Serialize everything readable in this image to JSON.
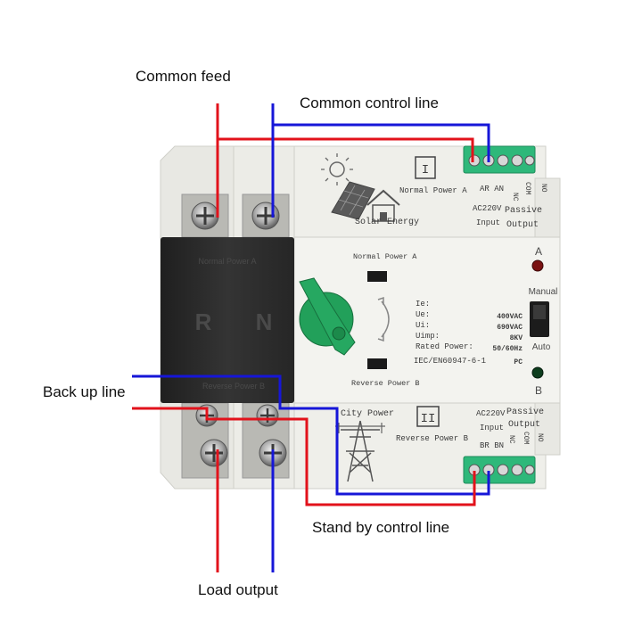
{
  "callouts": {
    "common_feed": "Common feed",
    "common_control_line": "Common control line",
    "back_up_line": "Back up line",
    "stand_by_control_line": "Stand by control line",
    "load_output": "Load output"
  },
  "device": {
    "section_a": {
      "roman": "I",
      "title": "Normal Power A",
      "caption": "Solar Energy",
      "terminals": "AR AN",
      "nc": "NC",
      "com": "COM",
      "no": "NO",
      "input_voltage": "AC220V",
      "input_label": "Input",
      "passive": "Passive",
      "output": "Output"
    },
    "section_b": {
      "roman": "II",
      "title": "City Power",
      "subtitle": "Reverse Power B",
      "terminals": "BR BN",
      "nc": "NC",
      "com": "COM",
      "no": "NO",
      "input_voltage": "AC220V",
      "input_label": "Input",
      "passive": "Passive",
      "output": "Output"
    },
    "cover": {
      "top_label": "Normal Power A",
      "bottom_label": "Reverse Power B",
      "letter_r": "R",
      "letter_n": "N"
    },
    "panel": {
      "top_label": "Normal Power A",
      "bottom_label": "Reverse Power B",
      "spec_labels": [
        "Ie:",
        "Ue:",
        "Ui:",
        "Uimp:",
        "Rated Power:"
      ],
      "spec_values": [
        "400VAC",
        "690VAC",
        "8KV",
        "50/60Hz",
        "PC"
      ],
      "standard": "IEC/EN60947-6-1",
      "indicator_a": "A",
      "indicator_b": "B",
      "manual": "Manual",
      "auto": "Auto"
    }
  },
  "colors": {
    "feed_wire": "#e2121b",
    "control_wire": "#1616d8",
    "terminal_block": "#2eb87a",
    "knob": "#22a05a",
    "housing": "#efefea",
    "cover": "#2c2c2c"
  }
}
